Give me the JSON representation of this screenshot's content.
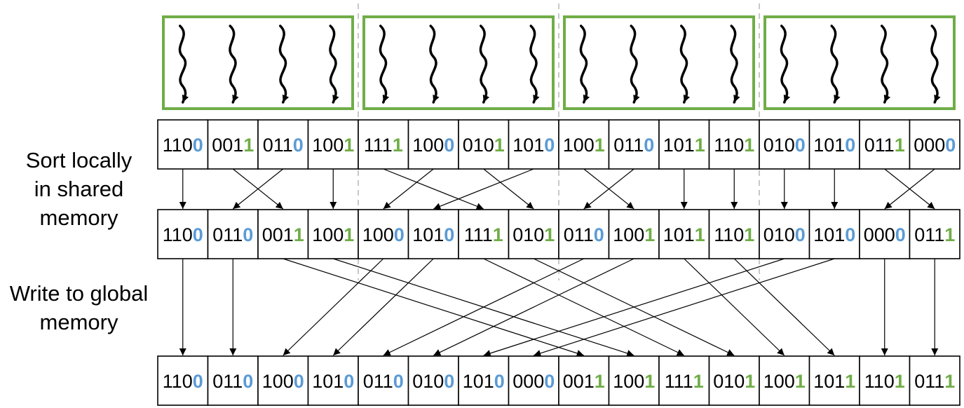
{
  "labels": {
    "sort_locally": "Sort locally\nin shared\nmemory",
    "write_global": "Write to global\nmemory"
  },
  "colors": {
    "block_border": "#70ad47",
    "bit_zero": "#5b9bd5",
    "bit_one": "#70ad47",
    "text": "#000000",
    "divider": "#c8c8c8"
  },
  "thread_blocks": [
    {
      "threads": 4
    },
    {
      "threads": 4
    },
    {
      "threads": 4
    },
    {
      "threads": 4
    }
  ],
  "rows": {
    "input": [
      "1100",
      "0011",
      "0110",
      "1001",
      "1111",
      "1000",
      "0101",
      "1010",
      "1001",
      "0110",
      "1011",
      "1101",
      "0100",
      "1010",
      "0111",
      "0000"
    ],
    "locally_sorted": [
      "1100",
      "0110",
      "0011",
      "1001",
      "1000",
      "1010",
      "1111",
      "0101",
      "0110",
      "1001",
      "1011",
      "1101",
      "0100",
      "1010",
      "0000",
      "0111"
    ],
    "global_output": [
      "1100",
      "0110",
      "1000",
      "1010",
      "0110",
      "0100",
      "1010",
      "0000",
      "0011",
      "1001",
      "1111",
      "0101",
      "1001",
      "1011",
      "1101",
      "0111"
    ]
  },
  "mappings": {
    "local_sort": [
      0,
      2,
      1,
      3,
      6,
      4,
      7,
      5,
      9,
      8,
      10,
      11,
      12,
      13,
      15,
      14
    ],
    "global_write": [
      0,
      1,
      8,
      9,
      2,
      3,
      10,
      11,
      4,
      5,
      12,
      13,
      6,
      7,
      14,
      15
    ]
  }
}
